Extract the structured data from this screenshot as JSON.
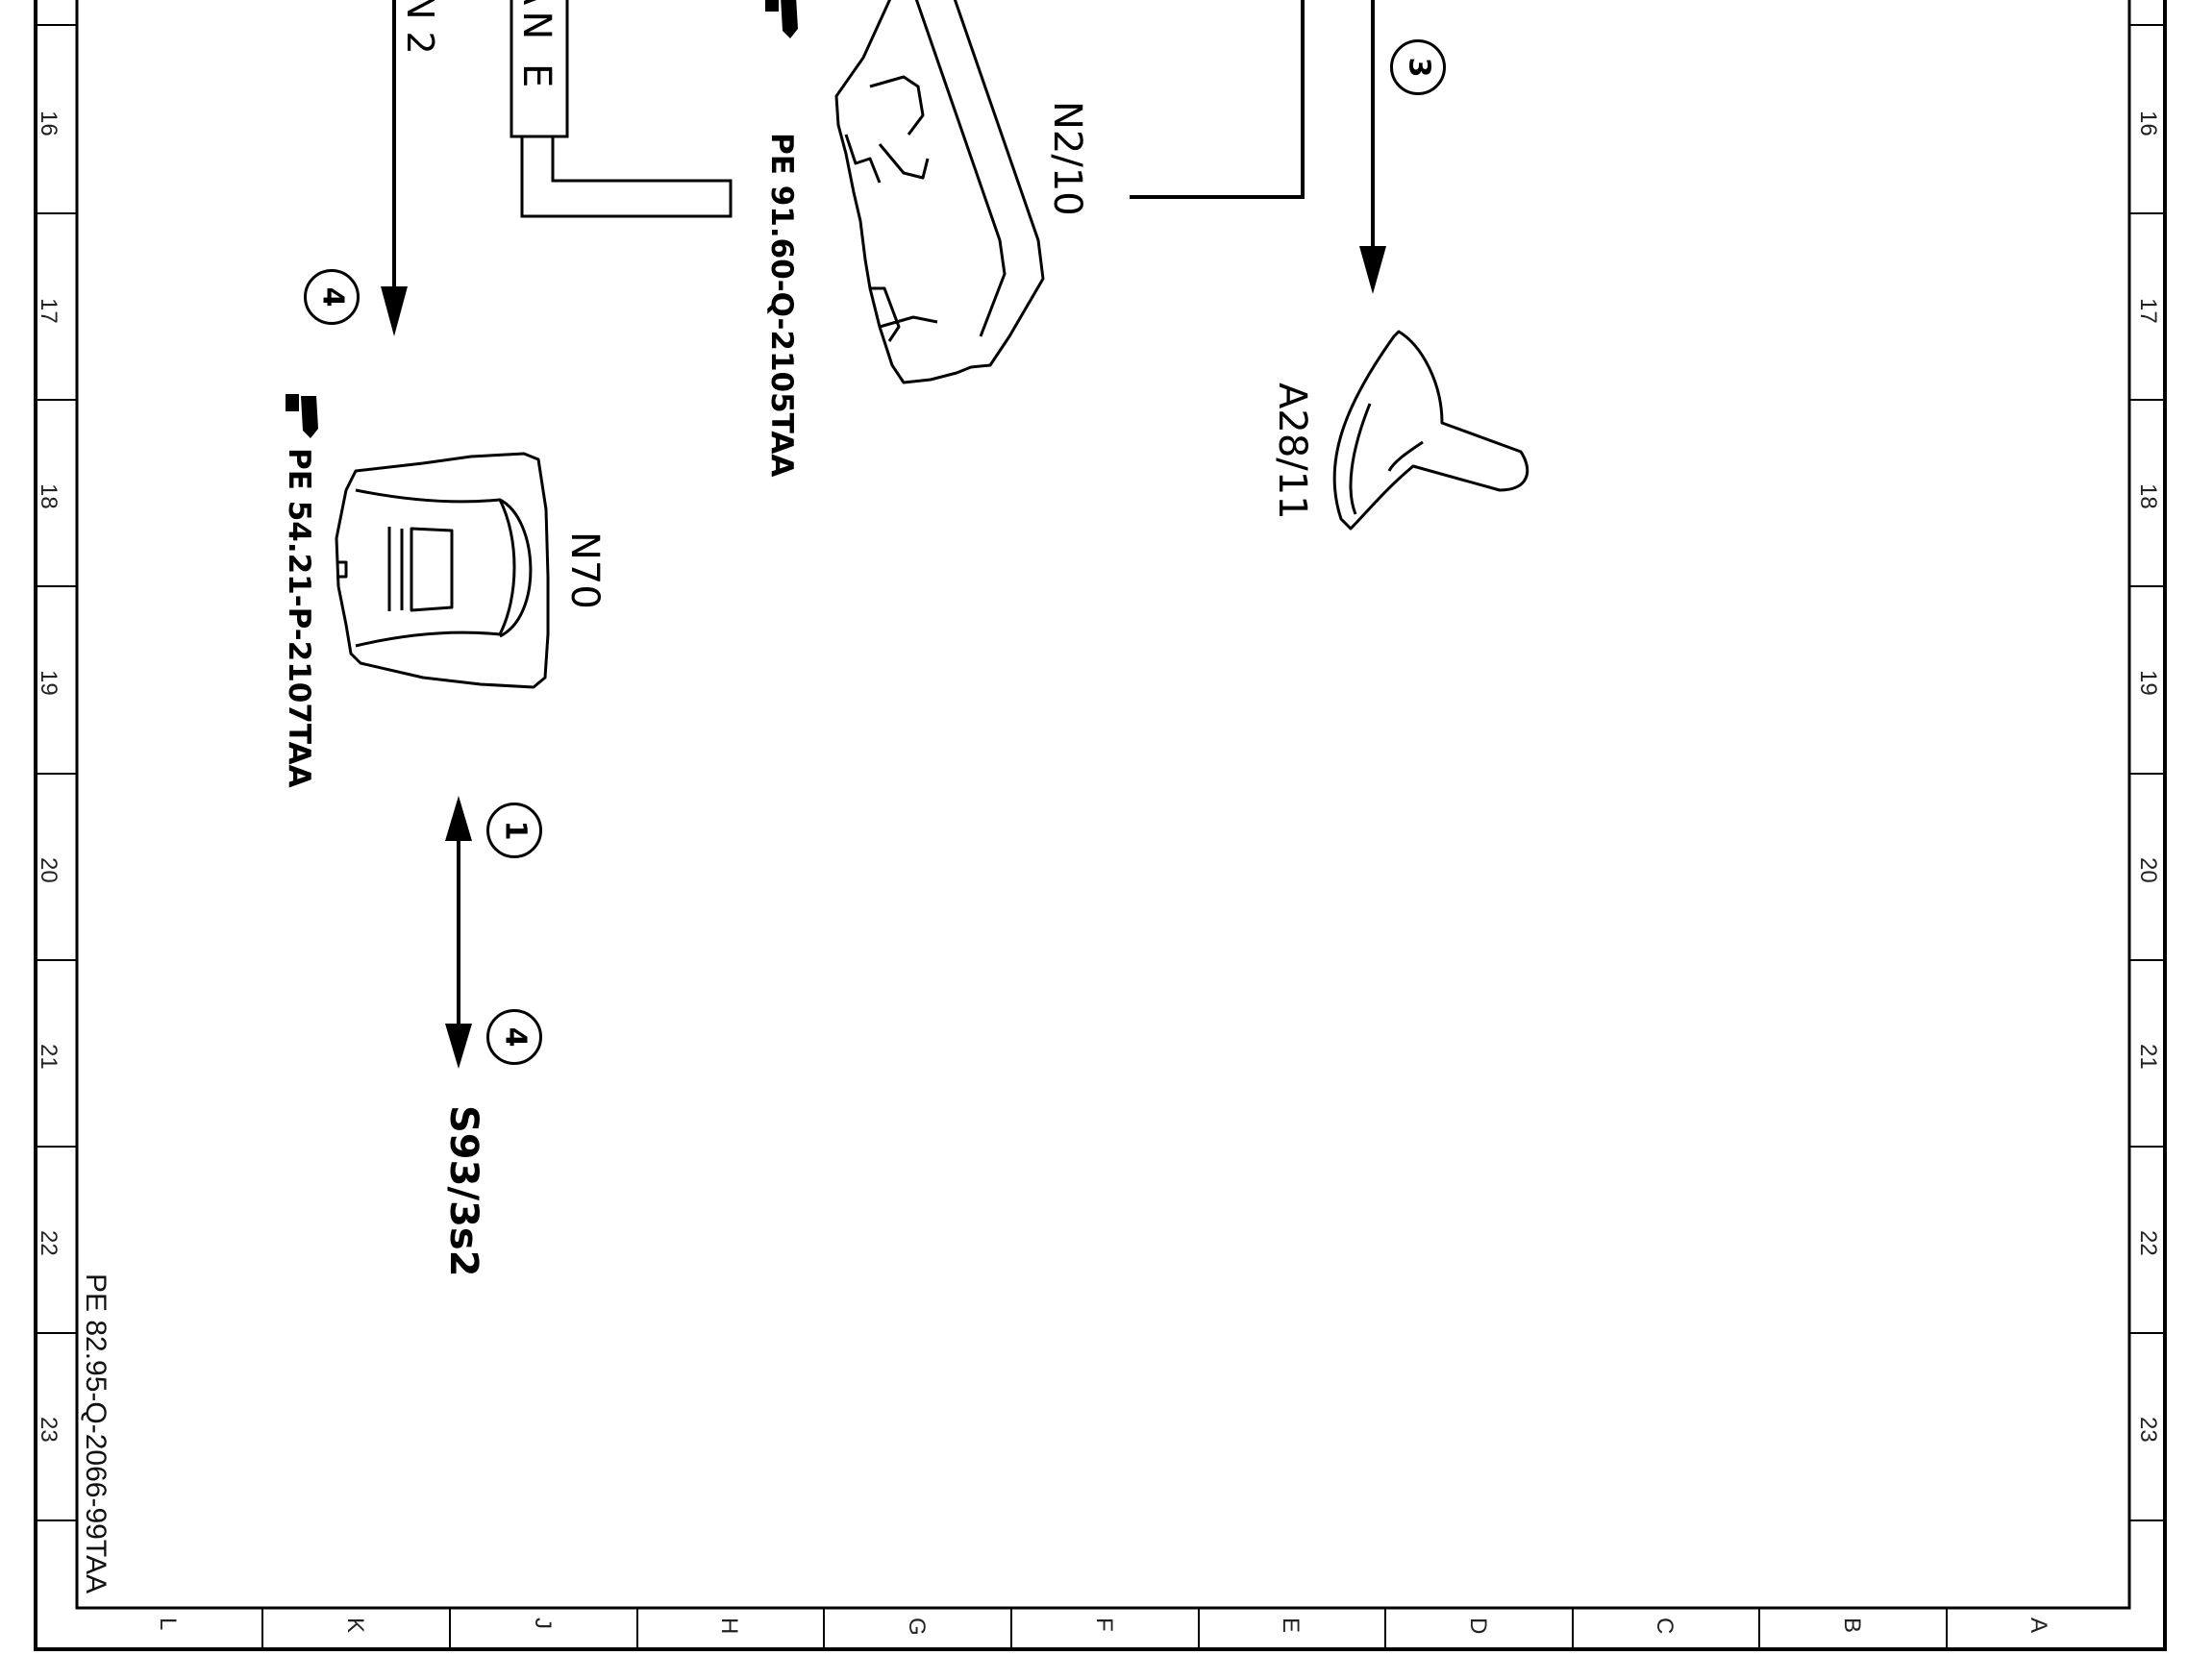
{
  "frame": {
    "row_numbers": [
      "16",
      "17",
      "18",
      "19",
      "20",
      "21",
      "22",
      "23"
    ],
    "column_letters": [
      "L",
      "K",
      "J",
      "H",
      "G",
      "F",
      "E",
      "D",
      "C",
      "B",
      "A"
    ]
  },
  "bus": {
    "left_fragment": "N 2",
    "right_fragment": "AN E"
  },
  "components": {
    "n2_10": {
      "label": "N2/10",
      "ref": "PE 91.60-Q-2105TAA"
    },
    "a28_11": {
      "label": "A28/11"
    },
    "n70": {
      "label": "N70",
      "ref": "PE 54.21-P-2107TAA"
    },
    "s93_3s2": {
      "label": "S93/3s2"
    }
  },
  "markers": {
    "m3": "3",
    "m4_top": "4",
    "m1": "1",
    "m4_bottom": "4"
  },
  "document_ref": "PE 82.95-Q-2066-99TAA"
}
